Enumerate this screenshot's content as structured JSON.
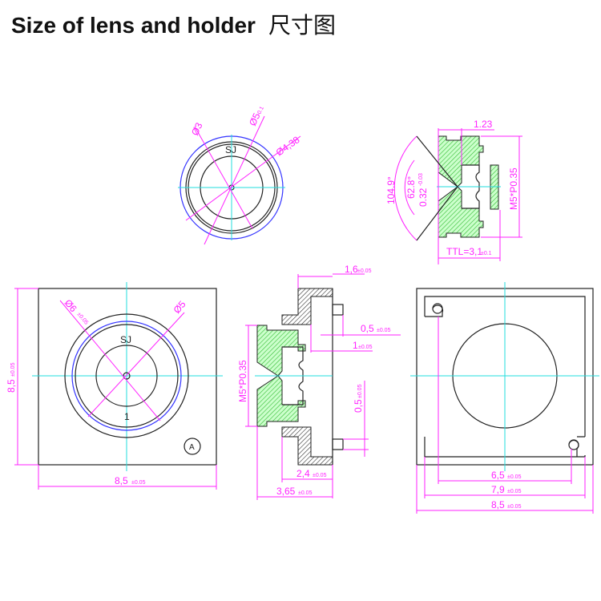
{
  "title": {
    "en": "Size of lens and holder",
    "cn": "尺寸图"
  },
  "top_view": {
    "d1": "Ø3",
    "d2": "Ø5",
    "d2_tol": "-0.1",
    "d3": "Ø4,38",
    "mark": "SJ"
  },
  "lens_section": {
    "w": "1.23",
    "a1": "104.9°",
    "a2": "62.8°",
    "ap": "0.32",
    "ap_tol": "-0.03",
    "thread": "M5*P0.35",
    "ttl": "TTL=3,1",
    "ttl_tol": "±0.1"
  },
  "front_view": {
    "h": "8,5",
    "h_tol": "±0.05",
    "w": "8,5",
    "w_tol": "±0.05",
    "d1": "Ø6",
    "d1_tol": "±0.05",
    "d2": "Ø5",
    "mark": "SJ",
    "num": "1",
    "ref": "A"
  },
  "holder_section": {
    "d1": "1,6",
    "d1_tol": "±0.05",
    "d2": "0,5",
    "d2_tol": "±0.05",
    "d3": "1",
    "d3_tol": "±0.05",
    "d4": "0,5",
    "d4_tol": "±0.05",
    "thread": "M5*P0.35",
    "d5": "2,4",
    "d5_tol": "±0.05",
    "d6": "3,65",
    "d6_tol": "±0.05"
  },
  "back_view": {
    "d1": "6,5",
    "d1_tol": "±0.05",
    "d2": "7,9",
    "d2_tol": "±0.05",
    "d3": "8,5",
    "d3_tol": "±0.05"
  }
}
